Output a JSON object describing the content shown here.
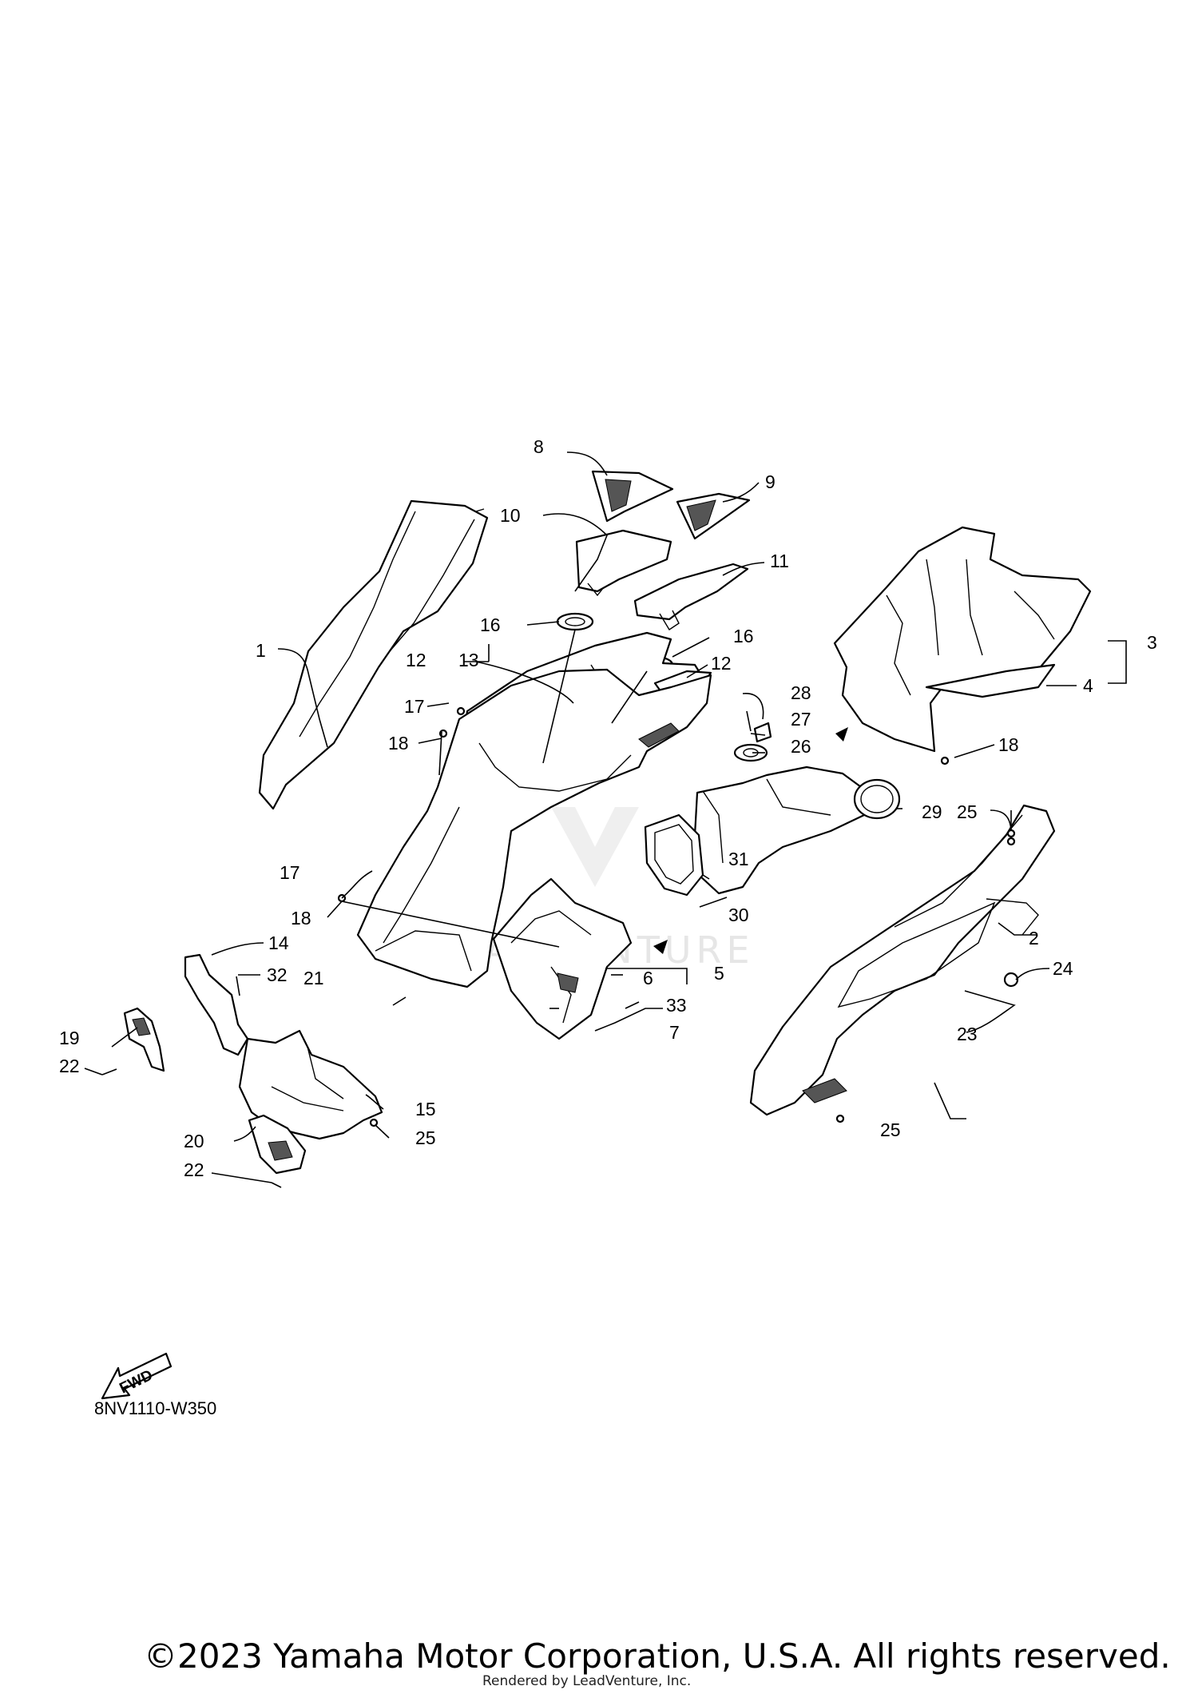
{
  "diagram": {
    "code": "8NV1110-W350",
    "fwd_label": "FWD",
    "watermark": "LEADVENTURE",
    "callouts": [
      "1",
      "2",
      "3",
      "4",
      "5",
      "6",
      "7",
      "8",
      "9",
      "10",
      "11",
      "12",
      "13",
      "14",
      "15",
      "16",
      "17",
      "18",
      "19",
      "20",
      "21",
      "22",
      "23",
      "24",
      "25",
      "26",
      "27",
      "28",
      "29",
      "30",
      "31",
      "32",
      "33"
    ]
  },
  "footer": {
    "copyright": "©2023 Yamaha Motor Corporation, U.S.A. All rights reserved.",
    "rendered_by": "Rendered by LeadVenture, Inc."
  }
}
